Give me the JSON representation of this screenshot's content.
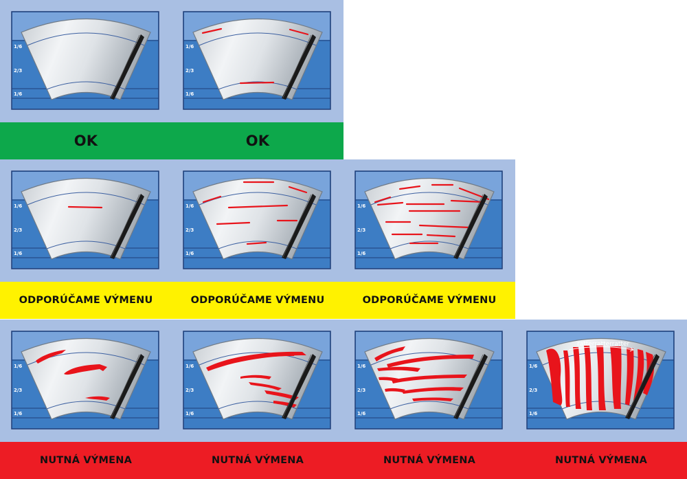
{
  "colors": {
    "ok": "#0da84b",
    "recommend": "#fff200",
    "necessary": "#ed1c24",
    "tile_bg": "#a9bfe3",
    "blue": "#3d7dc4",
    "streak": "#e8141b"
  },
  "zone_labels": {
    "top": "1/6",
    "middle": "2/3",
    "bottom": "1/6"
  },
  "glass_text": "ratterratterratter",
  "tiles": [
    {
      "id": "ok-1",
      "status": "ok",
      "label": "OK"
    },
    {
      "id": "ok-2",
      "status": "ok",
      "label": "OK"
    },
    {
      "id": "rec-1",
      "status": "recommend",
      "label": "ODPORÚČAME VÝMENU"
    },
    {
      "id": "rec-2",
      "status": "recommend",
      "label": "ODPORÚČAME VÝMENU"
    },
    {
      "id": "rec-3",
      "status": "recommend",
      "label": "ODPORÚČAME VÝMENU"
    },
    {
      "id": "nut-1",
      "status": "necessary",
      "label": "NUTNÁ VÝMENA"
    },
    {
      "id": "nut-2",
      "status": "necessary",
      "label": "NUTNÁ VÝMENA"
    },
    {
      "id": "nut-3",
      "status": "necessary",
      "label": "NUTNÁ VÝMENA"
    },
    {
      "id": "nut-4",
      "status": "necessary",
      "label": "NUTNÁ VÝMENA"
    }
  ]
}
